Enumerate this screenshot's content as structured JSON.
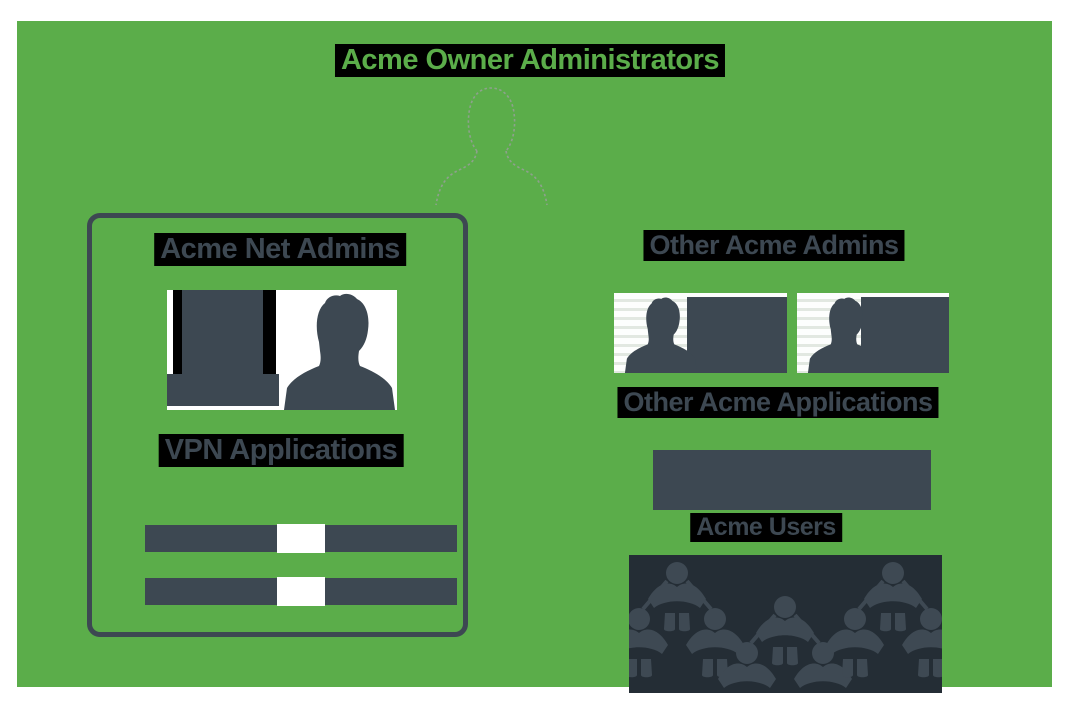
{
  "colors": {
    "green": "#5BAD4A",
    "slate": "#3D4852",
    "label_background": "#000000",
    "users_graphic_background": "#242D35",
    "users_graphic_figures": "#3E4953",
    "outline_gray": "#97A099"
  },
  "title": {
    "label": "Acme Owner Administrators"
  },
  "owner_group": {
    "icon": "admin-person-outline-icon"
  },
  "net_admins_box": {
    "title": "Acme Net Admins",
    "applications_title": "VPN Applications",
    "avatars": [
      {
        "icon": "admin-avatar-photo-placeholder-icon"
      },
      {
        "icon": "admin-avatar-silhouette-icon"
      }
    ],
    "application_bars": [
      {
        "icon": "redacted-application-bar"
      },
      {
        "icon": "redacted-application-bar"
      }
    ]
  },
  "other_admins": {
    "title": "Other Acme Admins",
    "cards": [
      {
        "icon": "person-silhouette-icon"
      },
      {
        "icon": "person-silhouette-icon"
      }
    ]
  },
  "other_applications": {
    "title": "Other Acme Applications"
  },
  "users": {
    "title": "Acme Users",
    "icon": "org-users-graphic"
  }
}
